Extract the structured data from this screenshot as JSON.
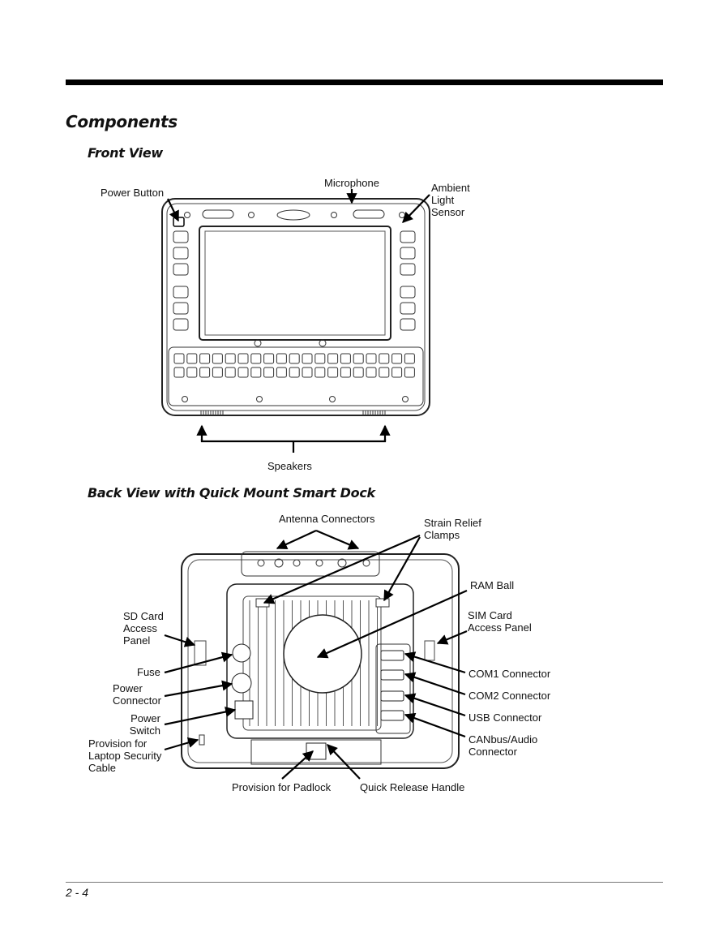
{
  "section_title": "Components",
  "front": {
    "heading": "Front View",
    "labels": {
      "power_button": "Power Button",
      "microphone": "Microphone",
      "ambient_light_sensor": "Ambient\nLight\nSensor",
      "speakers": "Speakers"
    }
  },
  "back": {
    "heading": "Back View with Quick Mount Smart Dock",
    "labels": {
      "antenna_connectors": "Antenna Connectors",
      "strain_relief_clamps": "Strain Relief\nClamps",
      "ram_ball": "RAM Ball",
      "sd_card_access_panel": "SD Card\nAccess\nPanel",
      "sim_card_access_panel": "SIM Card\nAccess Panel",
      "fuse": "Fuse",
      "power_connector": "Power\nConnector",
      "power_switch": "Power\nSwitch",
      "laptop_security": "Provision for\nLaptop Security\nCable",
      "com1": "COM1 Connector",
      "com2": "COM2 Connector",
      "usb": "USB Connector",
      "canbus_audio": "CANbus/Audio\nConnector",
      "padlock": "Provision for Padlock",
      "quick_release": "Quick Release Handle"
    }
  },
  "footer": {
    "page_number": "2 - 4"
  }
}
